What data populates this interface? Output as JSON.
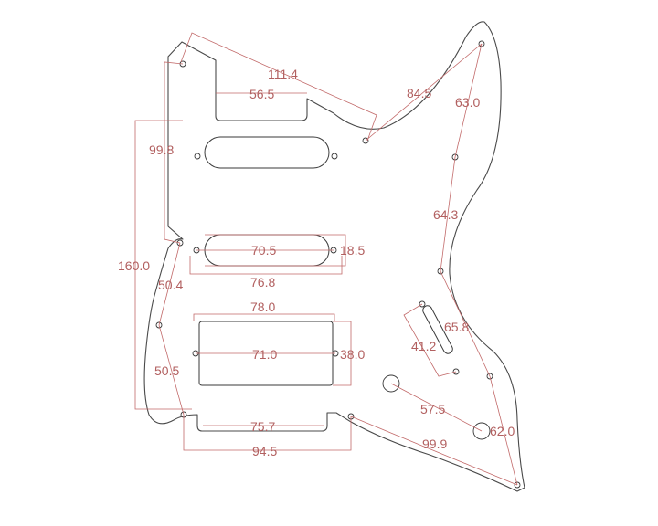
{
  "drawing": {
    "colors": {
      "outline": "#4a4a4a",
      "dimension": "#c26a6a",
      "label": "#b26060"
    },
    "dimensions": {
      "d1114": "111.4",
      "d565": "56.5",
      "d845": "84.5",
      "d630": "63.0",
      "d998": "99.8",
      "d643": "64.3",
      "d705": "70.5",
      "d185": "18.5",
      "d1600": "160.0",
      "d768": "76.8",
      "d504": "50.4",
      "d780": "78.0",
      "d658": "65.8",
      "d710": "71.0",
      "d380": "38.0",
      "d412": "41.2",
      "d505": "50.5",
      "d575": "57.5",
      "d620": "62.0",
      "d757": "75.7",
      "d999": "99.9",
      "d945": "94.5"
    }
  }
}
